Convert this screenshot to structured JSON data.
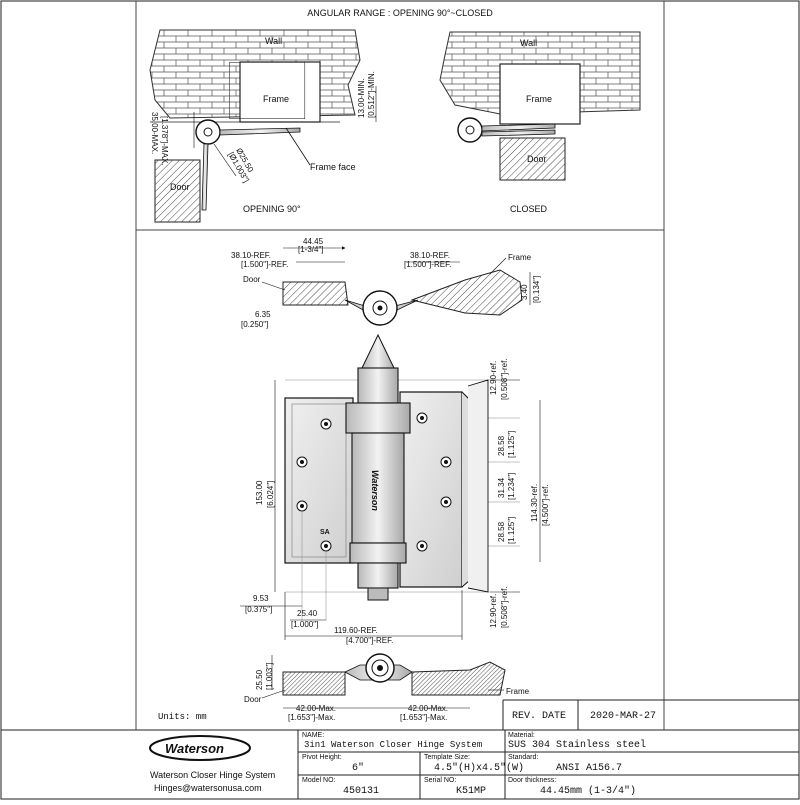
{
  "top_section": {
    "title": "ANGULAR RANGE : OPENING 90°~CLOSED",
    "left": {
      "wall": "Wall",
      "frame": "Frame",
      "door": "Door",
      "frame_face": "Frame face",
      "caption": "OPENING 90°",
      "dim_a": "35.00-MAX.",
      "dim_a_in": "[1.378\"]-MAX.",
      "dim_b": "13.00-MIN.",
      "dim_b_in": "[0.512\"]-MIN.",
      "dim_c": "Ø25.50",
      "dim_c_in": "[Ø1.003\"]"
    },
    "right": {
      "wall": "Wall",
      "frame": "Frame",
      "door": "Door",
      "caption": "CLOSED"
    }
  },
  "top_view": {
    "dim_width": "44.45",
    "dim_width_in": "[1-3/4\"]",
    "ref_left": "38.10-REF.",
    "ref_left_in": "[1.500\"]-REF.",
    "ref_right": "38.10-REF.",
    "ref_right_in": "[1.500\"]-REF.",
    "frame": "Frame",
    "door": "Door",
    "offset": "6.35",
    "offset_in": "[0.250\"]",
    "gap": "3.40",
    "gap_in": "[0.134\"]"
  },
  "front_view": {
    "height": "153.00",
    "height_in": "[6.024\"]",
    "top_ref": "12.90-ref.",
    "top_ref_in": "[0.508\"]-ref.",
    "hole_a": "28.58",
    "hole_a_in": "[1.125\"]",
    "hole_b": "31.34",
    "hole_b_in": "[1.234\"]",
    "hole_c": "28.58",
    "hole_c_in": "[1.125\"]",
    "leaf_ref": "114.30-ref.",
    "leaf_ref_in": "[4.500\"]-ref.",
    "bottom_ref": "12.90-ref.",
    "bottom_ref_in": "[0.508\"]-ref.",
    "edge": "9.53",
    "edge_in": "[0.375\"]",
    "hole_spacing": "25.40",
    "hole_spacing_in": "[1.000\"]",
    "width_ref": "119.60-REF.",
    "width_ref_in": "[4.700\"]-REF.",
    "stamp": "SA",
    "leaf_text": "Waterson"
  },
  "bottom_view": {
    "height": "25.50",
    "height_in": "[1.003\"]",
    "door": "Door",
    "frame": "Frame",
    "max_left": "42.00-Max.",
    "max_left_in": "[1.653\"]-Max.",
    "max_right": "42.00-Max.",
    "max_right_in": "[1.653\"]-Max."
  },
  "units": "Units: mm",
  "title_block": {
    "rev_label": "REV. DATE",
    "rev_date": "2020-MAR-27",
    "brand": "Waterson",
    "company": "Waterson Closer Hinge System",
    "email": "Hinges@watersonusa.com",
    "name_label": "NAME:",
    "name_value": "3in1 Waterson Closer Hinge System",
    "material_label": "Material:",
    "material_value": "SUS 304 Stainless steel",
    "pivot_label": "Pivot Height:",
    "pivot_value": "6\"",
    "template_label": "Template Size:",
    "template_value": "4.5\"(H)x4.5\"(W)",
    "standard_label": "Standard:",
    "standard_value": "ANSI A156.7",
    "model_label": "Model NO:",
    "model_value": "450131",
    "serial_label": "Serial NO:",
    "serial_value": "K51MP",
    "door_thick_label": "Door thickness:",
    "door_thick_value": "44.45mm (1-3/4\")"
  }
}
